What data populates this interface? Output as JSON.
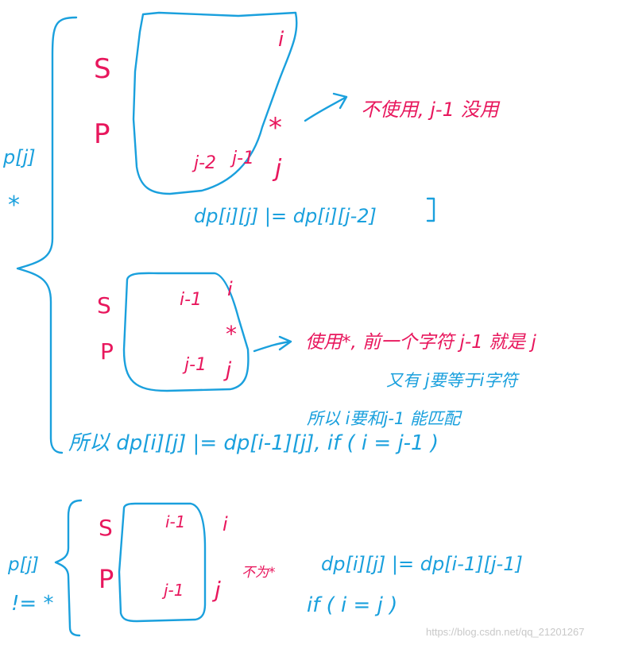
{
  "colors": {
    "ink_blue": "#1aa0dd",
    "ink_pink": "#e8175d",
    "watermark": "#c8c8c8",
    "background": "#ffffff"
  },
  "case1": {
    "brace_label": "p[j]",
    "brace_label_star": "*",
    "label_s": "S",
    "label_p": "P",
    "label_i": "i",
    "star": "*",
    "label_j": "j",
    "label_j2": "j-2",
    "label_j1": "j-1",
    "note": "不使用, j-1 没用",
    "formula": "dp[i][j] |= dp[i][j-2]"
  },
  "case2": {
    "label_s": "S",
    "label_p": "P",
    "label_i1": "i-1",
    "label_i": "i",
    "star": "*",
    "label_j1": "j-1",
    "label_j": "j",
    "note_line1": "使用*, 前一个字符 j-1 就是 j",
    "note_line2": "又有 j要等于i字符",
    "note_line3": "所以 i要和j-1 能匹配",
    "formula": "所以 dp[i][j] |= dp[i-1][j],  if ( i = j-1 )"
  },
  "case3": {
    "brace_label": "p[j]",
    "brace_label2": "!= *",
    "label_s": "S",
    "label_p": "P",
    "label_i1": "i-1",
    "label_i": "i",
    "label_j1": "j-1",
    "label_j": "j",
    "note": "不为*",
    "formula": "dp[i][j] |= dp[i-1][j-1]",
    "condition": "if ( i = j )"
  },
  "watermark": "https://blog.csdn.net/qq_21201267"
}
